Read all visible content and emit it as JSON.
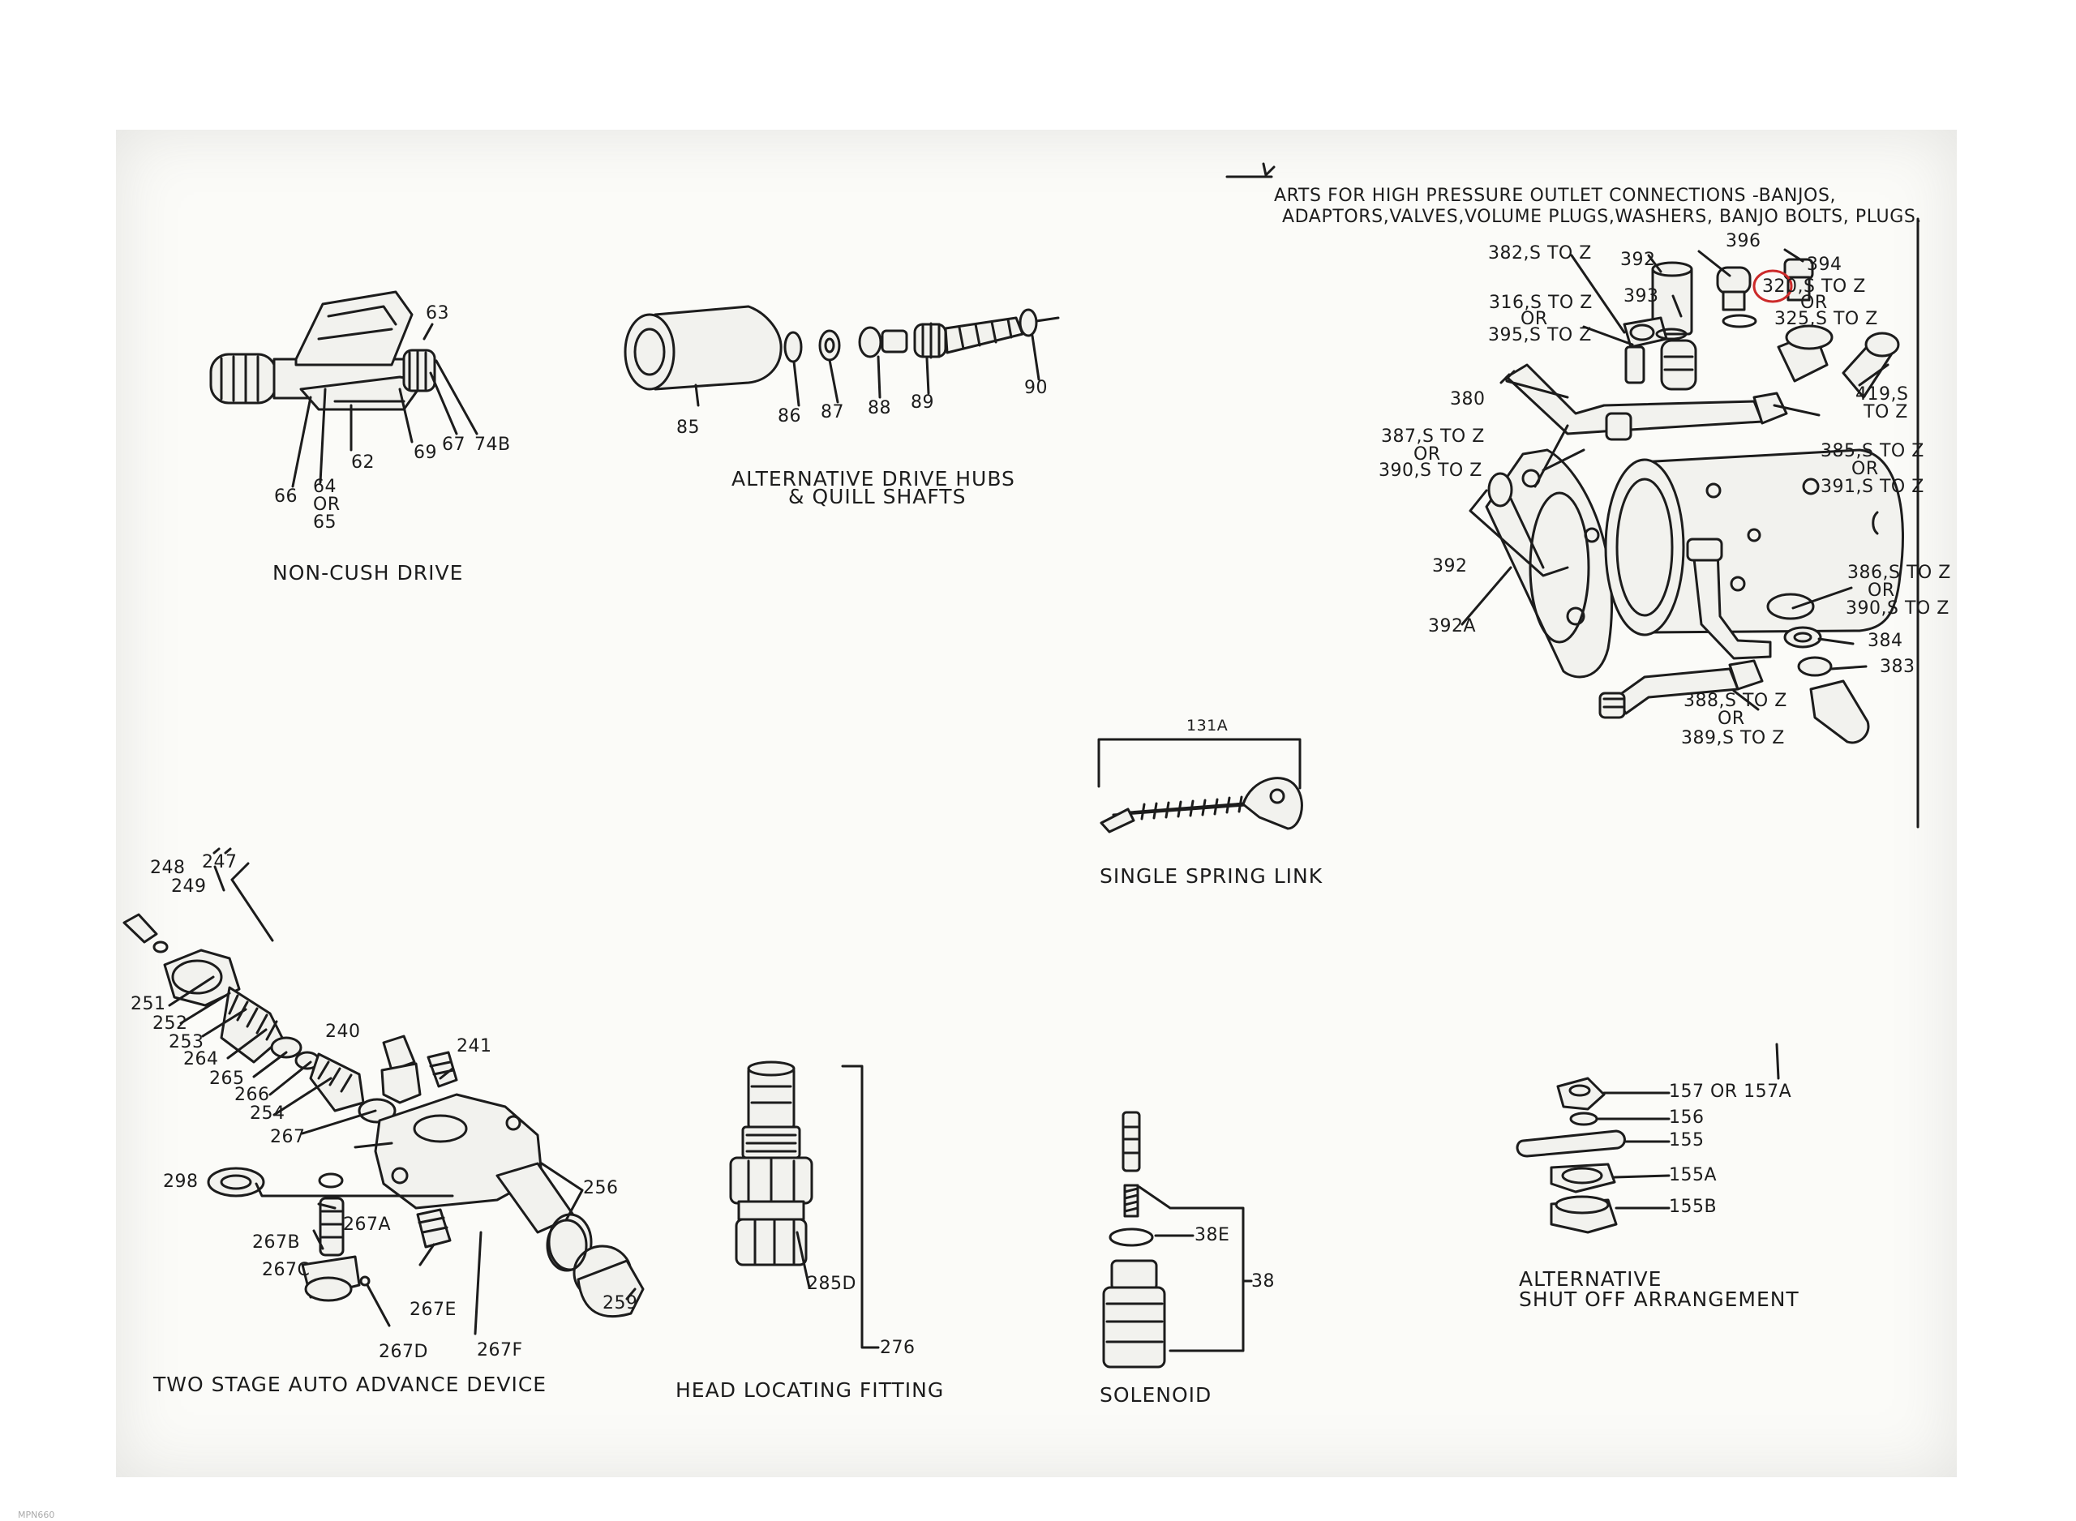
{
  "header": {
    "line1": "ARTS FOR HIGH PRESSURE OUTLET CONNECTIONS -BANJOS,",
    "line2": "ADAPTORS,VALVES,VOLUME PLUGS,WASHERS, BANJO BOLTS, PLUGS."
  },
  "colors": {
    "paper": "#fbfbf8",
    "ink": "#1c1c1c",
    "highlight": "#cc2a2a"
  },
  "sections": {
    "non_cush_drive": {
      "title": "NON-CUSH DRIVE",
      "labels": [
        "63",
        "66",
        "64",
        "OR",
        "65",
        "62",
        "69",
        "67",
        "74B"
      ]
    },
    "drive_hubs": {
      "title_line1": "ALTERNATIVE DRIVE HUBS",
      "title_line2": "& QUILL SHAFTS",
      "labels": [
        "85",
        "86",
        "87",
        "88",
        "89",
        "90"
      ]
    },
    "hp_outlet": {
      "labels": [
        "396",
        "382,S TO Z",
        "392",
        "394",
        "320,S TO Z",
        "OR",
        "325,S TO Z",
        "316,S TO Z",
        "OR",
        "395,S TO Z",
        "393",
        "380",
        "419,S",
        "TO Z",
        "387,S TO Z",
        "OR",
        "390,S TO Z",
        "385,S TO Z",
        "OR",
        "391,S TO Z",
        "392",
        "386,S TO Z",
        "OR",
        "390,S TO Z",
        "392A",
        "384",
        "383",
        "388,S TO Z",
        "OR",
        "389,S TO Z"
      ]
    },
    "single_spring_link": {
      "title": "SINGLE SPRING LINK",
      "labels": [
        "131A"
      ]
    },
    "auto_advance": {
      "title": "TWO STAGE AUTO ADVANCE DEVICE",
      "labels": [
        "248",
        "247",
        "249",
        "251",
        "252",
        "253",
        "264",
        "265",
        "266",
        "254",
        "240",
        "241",
        "267",
        "256",
        "298",
        "267A",
        "267B",
        "267C",
        "267E",
        "259",
        "267D",
        "267F"
      ]
    },
    "head_locating": {
      "title": "HEAD LOCATING FITTING",
      "labels": [
        "285D",
        "276"
      ]
    },
    "solenoid": {
      "title": "SOLENOID",
      "labels": [
        "38E",
        "38"
      ]
    },
    "shut_off": {
      "title_line1": "ALTERNATIVE",
      "title_line2": "SHUT OFF ARRANGEMENT",
      "labels": [
        "157 OR 157A",
        "156",
        "155",
        "155A",
        "155B"
      ]
    }
  },
  "footer": {
    "stamp": "MPN660"
  }
}
